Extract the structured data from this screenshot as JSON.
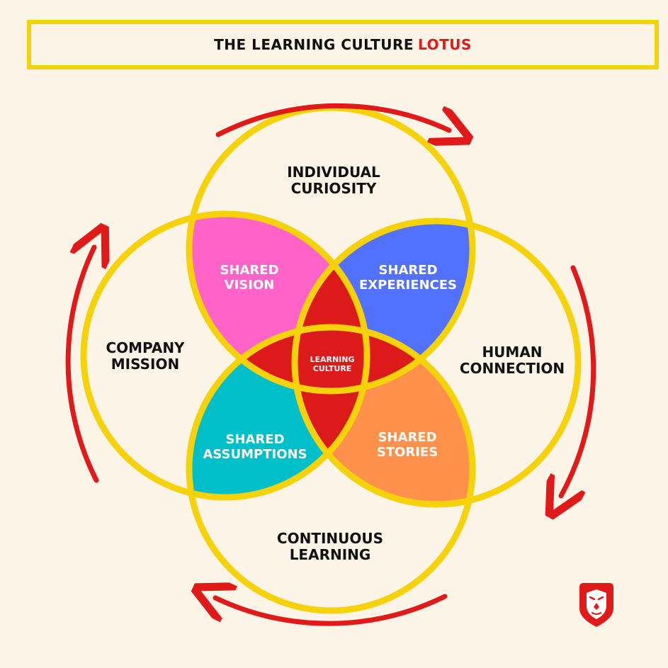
{
  "title": {
    "main": "THE LEARNING CULTURE",
    "accent": "LOTUS"
  },
  "circles": {
    "top": [
      "INDIVIDUAL",
      "CURIOSITY"
    ],
    "left": [
      "COMPANY",
      "MISSION"
    ],
    "right": [
      "HUMAN",
      "CONNECTION"
    ],
    "bottom": [
      "CONTINUOUS",
      "LEARNING"
    ]
  },
  "petals": {
    "top_left": [
      "SHARED",
      "VISION"
    ],
    "top_right": [
      "SHARED",
      "EXPERIENCES"
    ],
    "bottom_left": [
      "SHARED",
      "ASSUMPTIONS"
    ],
    "bottom_right": [
      "SHARED",
      "STORIES"
    ]
  },
  "center": [
    "LEARNING",
    "CULTURE"
  ],
  "colors": {
    "background": "#fdf4e8",
    "ring": "#f6d20a",
    "accent_red": "#e01919",
    "center_red": "#dd1a1a",
    "petal_vision": "#ff63c8",
    "petal_experiences": "#5271ff",
    "petal_assumptions": "#00bfc8",
    "petal_stories": "#ff914d",
    "dark_text": "#111111",
    "light_text": "#ffffff"
  },
  "logo": {
    "icon": "lion-shield-icon"
  }
}
